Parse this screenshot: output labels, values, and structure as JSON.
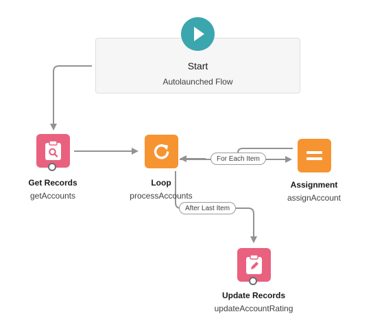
{
  "start": {
    "title": "Start",
    "subtitle": "Autolaunched Flow",
    "icon": "play-icon",
    "color": "#3ba6ad"
  },
  "nodes": {
    "get_records": {
      "title": "Get Records",
      "api_name": "getAccounts",
      "icon": "clipboard-search-icon",
      "color": "#e9617f"
    },
    "loop": {
      "title": "Loop",
      "api_name": "processAccounts",
      "icon": "loop-arrow-icon",
      "color": "#f79432"
    },
    "assignment": {
      "title": "Assignment",
      "api_name": "assignAccount",
      "icon": "equals-icon",
      "color": "#f79432"
    },
    "update_records": {
      "title": "Update Records",
      "api_name": "updateAccountRating",
      "icon": "clipboard-edit-icon",
      "color": "#e9617f"
    }
  },
  "connectors": {
    "for_each": "For Each Item",
    "after_last": "After Last Item"
  },
  "colors": {
    "line": "#929292",
    "canvas": "#ffffff"
  }
}
